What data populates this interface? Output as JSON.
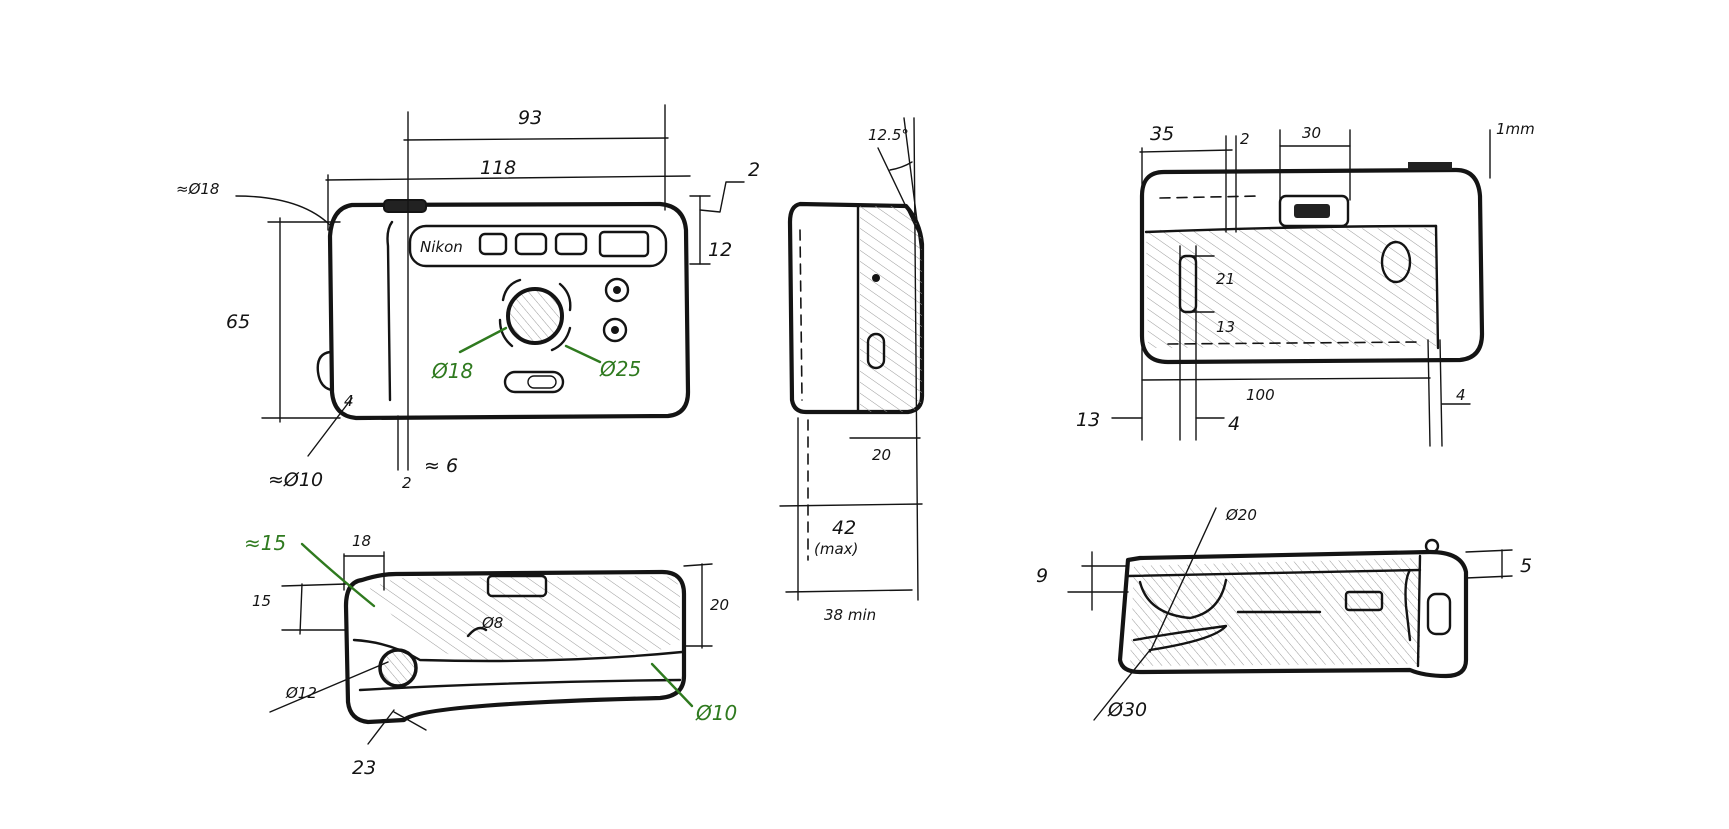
{
  "colors": {
    "ink": "#141414",
    "accent": "#2f7a1f",
    "paper": "#ffffff",
    "hatch": "#9a9a9a"
  },
  "front_view": {
    "dim_top_width": "93",
    "dim_overall_width": "118",
    "dim_corner": "≈Ø18",
    "dim_edge": "2",
    "dim_strip_height": "12",
    "dim_height": "65",
    "dim_lens": "Ø18",
    "dim_lens_ring": "Ø25",
    "dim_bottom_corner": "≈Ø10",
    "dim_grip": "≈ 6",
    "dim_grip_small": "2",
    "brand": "Nikon",
    "dim_grip_radius": "4"
  },
  "side_view": {
    "angle": "12.5°",
    "dim_depth": "20",
    "dim_max": "42",
    "dim_max_note": "(max)",
    "dim_min": "38 min"
  },
  "top_view": {
    "dim_grip_width": "≈15",
    "dim_offset": "18",
    "dim_side": "15",
    "dim_height": "20",
    "dim_knob": "Ø8",
    "dim_button": "Ø12",
    "dim_corner": "Ø10",
    "dim_length": "23"
  },
  "back_view": {
    "dim_left": "35",
    "dim_gap": "2",
    "dim_window": "30",
    "dim_thickness": "1mm",
    "dim_slot_height": "21",
    "dim_slot_offset": "13",
    "dim_width": "100",
    "dim_left_margin": "13",
    "dim_left_inner": "4",
    "dim_right_inner": "4"
  },
  "bottom_view": {
    "dim_arc": "Ø20",
    "dim_left": "9",
    "dim_right": "5",
    "dim_corner": "Ø30"
  }
}
